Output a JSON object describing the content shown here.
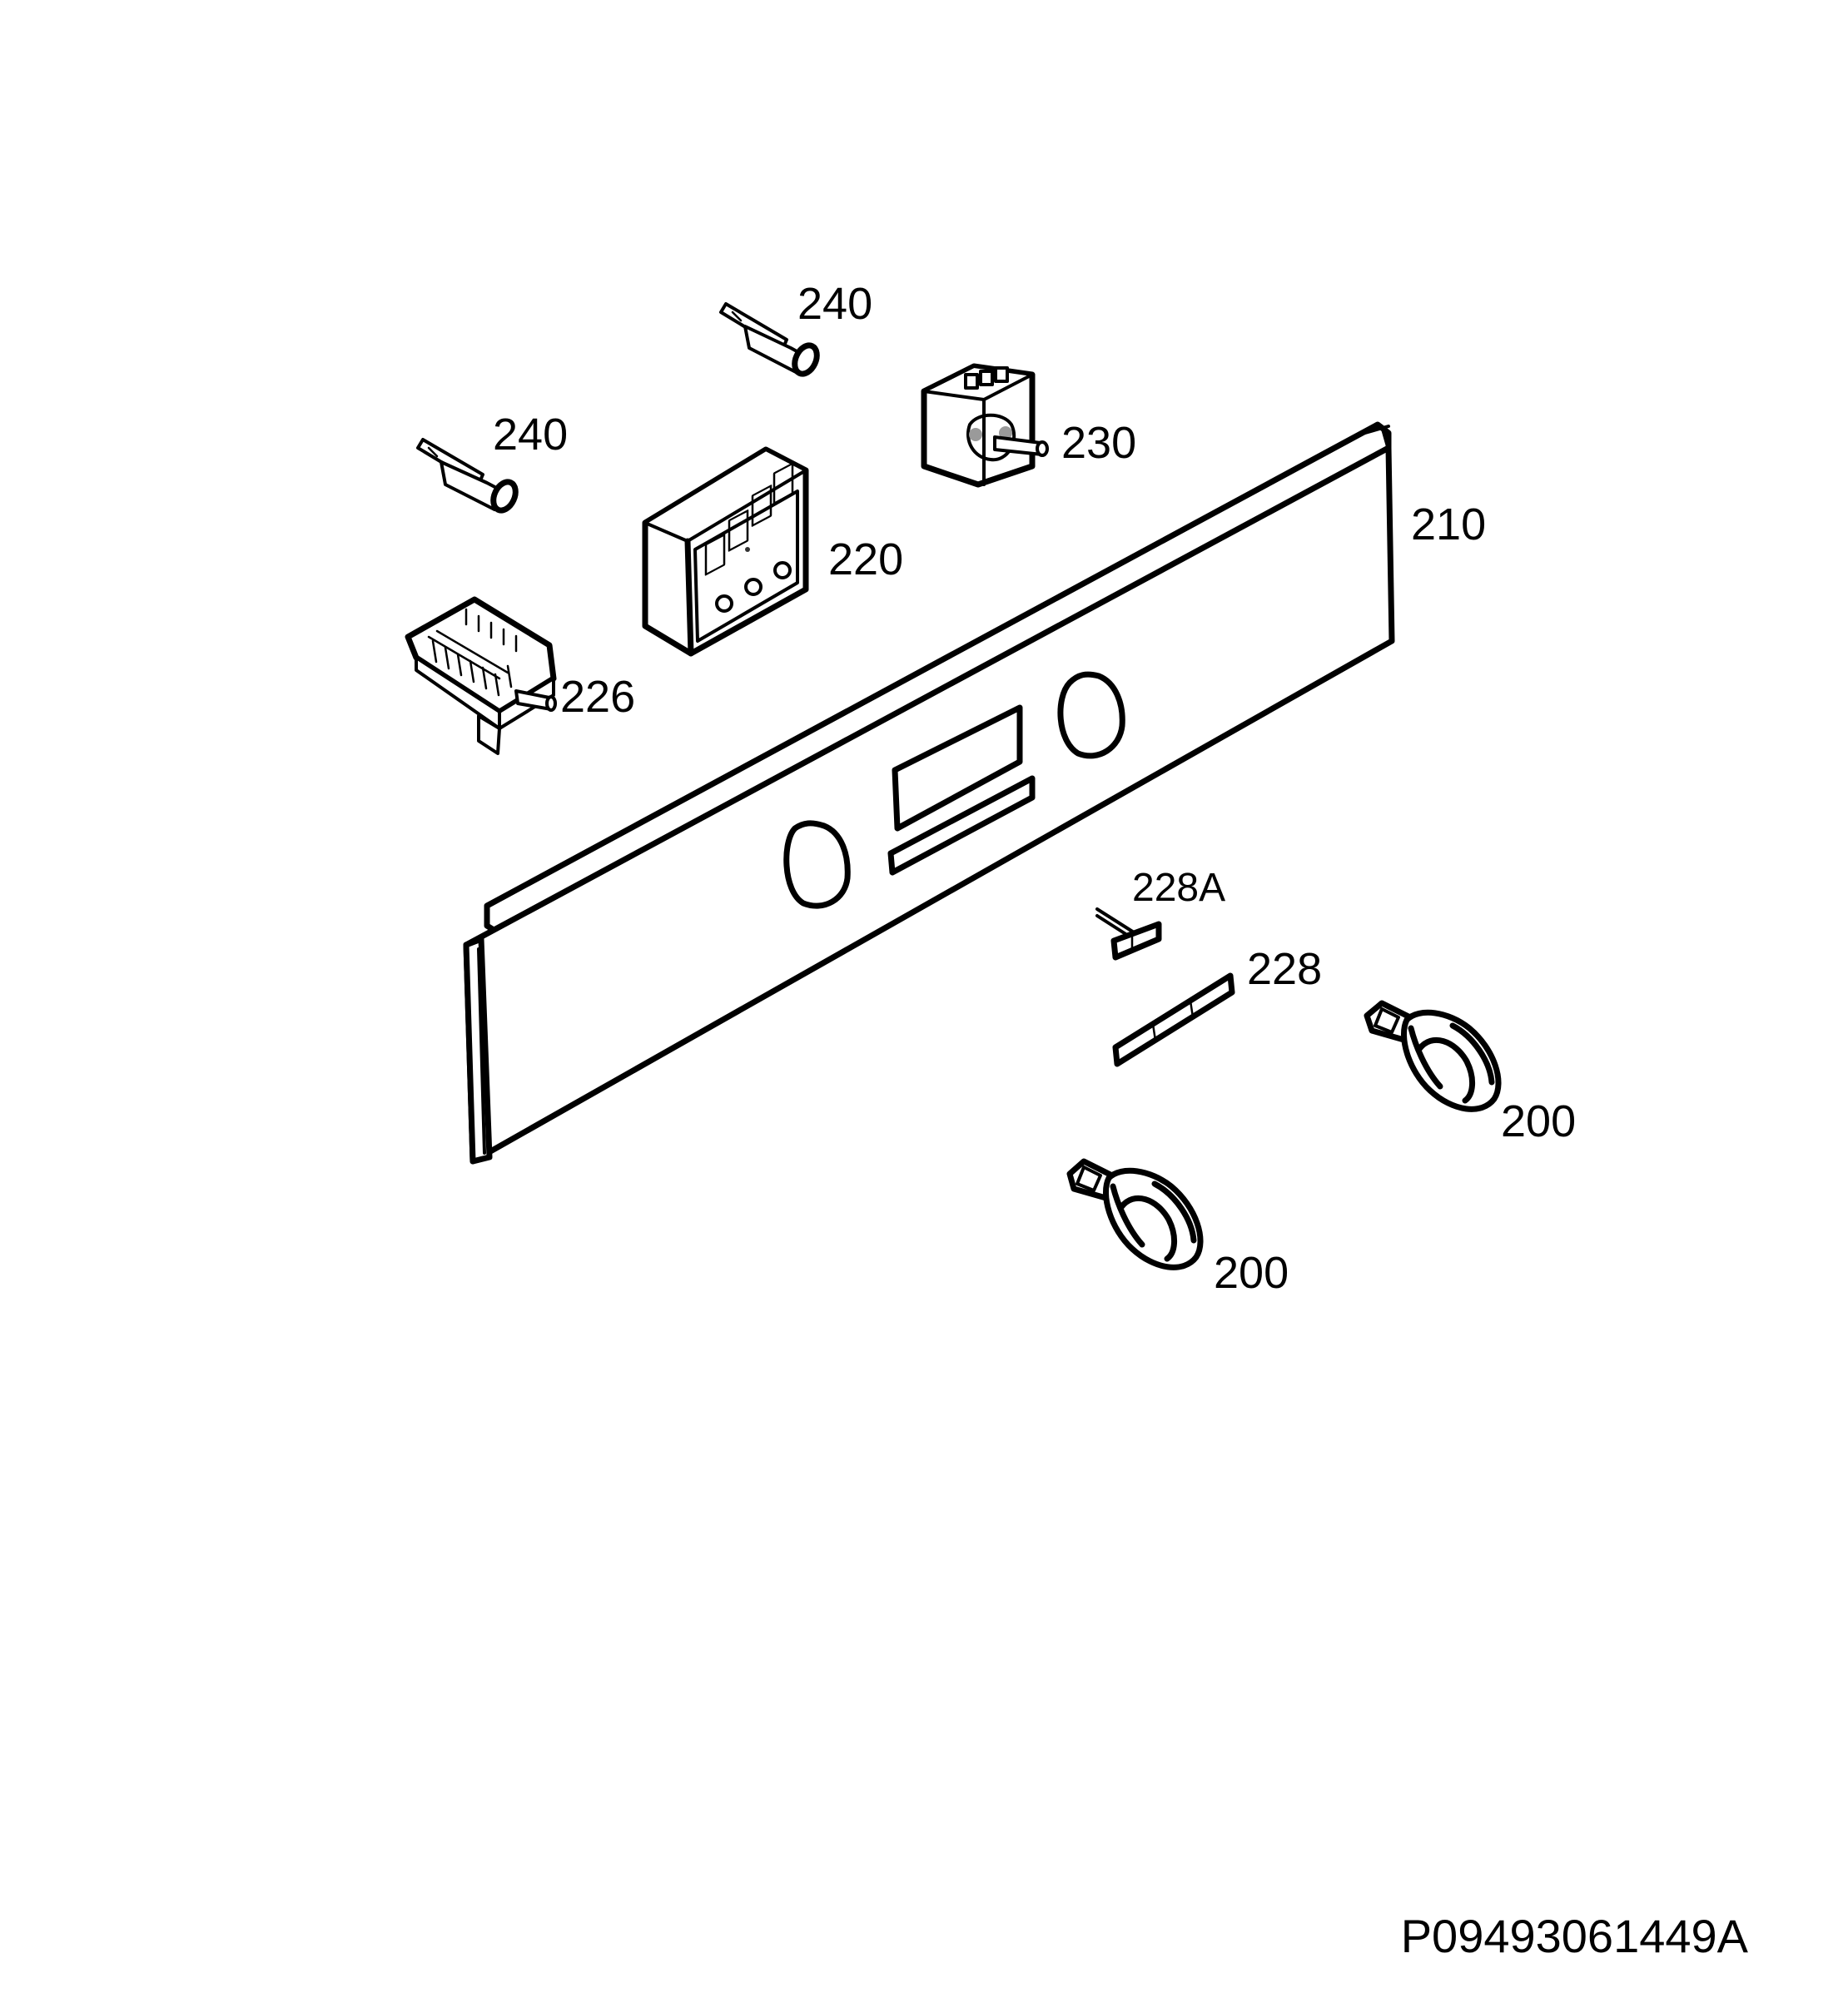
{
  "parts": [
    {
      "id": "part-240-upper",
      "label": "240"
    },
    {
      "id": "part-240-lower",
      "label": "240"
    },
    {
      "id": "part-230",
      "label": "230"
    },
    {
      "id": "part-220",
      "label": "220"
    },
    {
      "id": "part-226",
      "label": "226"
    },
    {
      "id": "part-210",
      "label": "210"
    },
    {
      "id": "part-228a",
      "label": "228A"
    },
    {
      "id": "part-228",
      "label": "228"
    },
    {
      "id": "part-200-right",
      "label": "200"
    },
    {
      "id": "part-200-left",
      "label": "200"
    }
  ],
  "document_id": "P09493061449A"
}
